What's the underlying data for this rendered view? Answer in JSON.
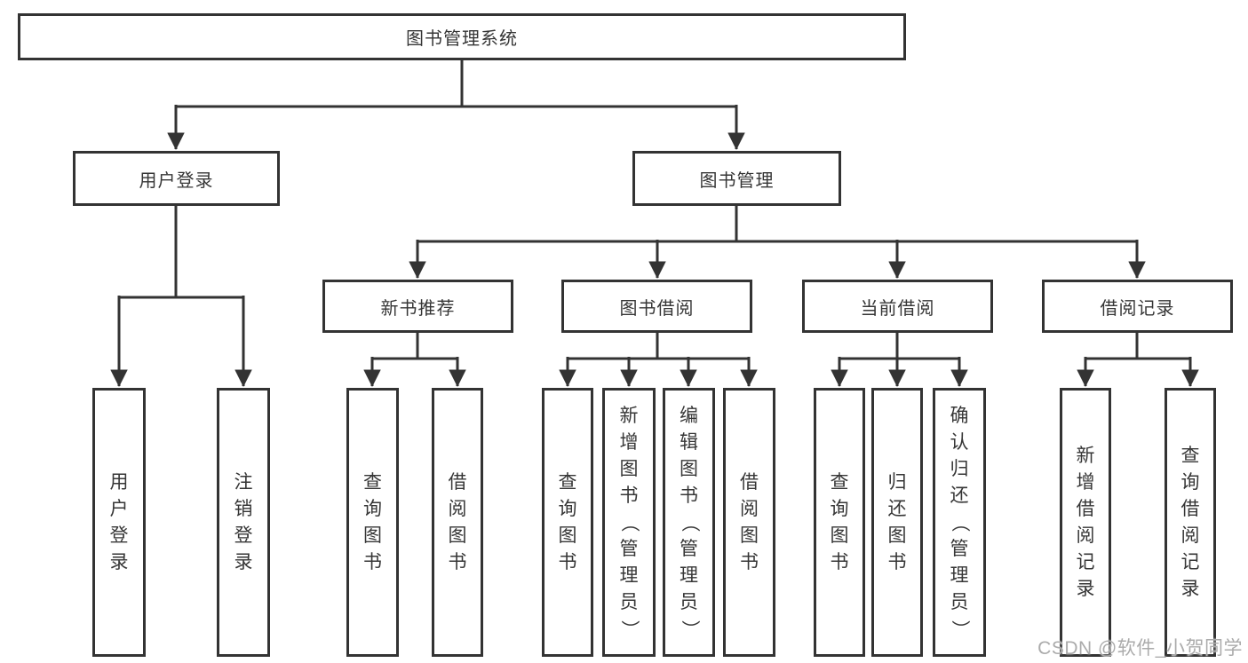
{
  "nodes": {
    "root": {
      "label": "图书管理系统"
    },
    "level2": [
      {
        "label": "用户登录"
      },
      {
        "label": "图书管理"
      }
    ],
    "level3": [
      {
        "label": "新书推荐"
      },
      {
        "label": "图书借阅"
      },
      {
        "label": "当前借阅"
      },
      {
        "label": "借阅记录"
      }
    ],
    "leaves": [
      {
        "label": "用户登录"
      },
      {
        "label": "注销登录"
      },
      {
        "label": "查询图书"
      },
      {
        "label": "借阅图书"
      },
      {
        "label": "查询图书"
      },
      {
        "label": "新增图书（管理员）"
      },
      {
        "label": "编辑图书（管理员）"
      },
      {
        "label": "借阅图书"
      },
      {
        "label": "查询图书"
      },
      {
        "label": "归还图书"
      },
      {
        "label": "确认归还（管理员）"
      },
      {
        "label": "新增借阅记录"
      },
      {
        "label": "查询借阅记录"
      }
    ]
  },
  "watermark": {
    "text": "CSDN @软件_小贺同学"
  },
  "colors": {
    "line": "#333333",
    "border": "#333333",
    "text": "#363636",
    "watermark": "#ababab",
    "background": "#ffffff"
  }
}
